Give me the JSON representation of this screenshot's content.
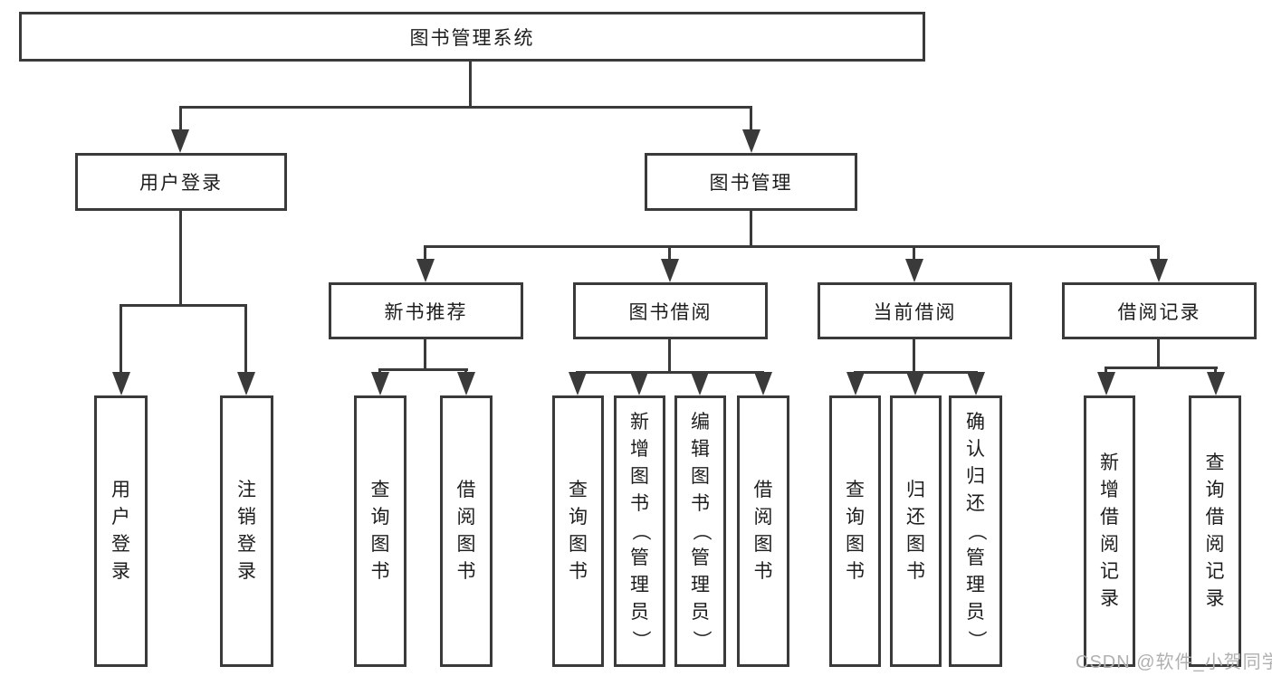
{
  "tree": {
    "label": "图书管理系统",
    "children": [
      {
        "label": "用户登录",
        "children": [
          {
            "label": "用户登录"
          },
          {
            "label": "注销登录"
          }
        ]
      },
      {
        "label": "图书管理",
        "children": [
          {
            "label": "新书推荐",
            "children": [
              {
                "label": "查询图书"
              },
              {
                "label": "借阅图书"
              }
            ]
          },
          {
            "label": "图书借阅",
            "children": [
              {
                "label": "查询图书"
              },
              {
                "label": "新增图书（管理员）"
              },
              {
                "label": "编辑图书（管理员）"
              },
              {
                "label": "借阅图书"
              }
            ]
          },
          {
            "label": "当前借阅",
            "children": [
              {
                "label": "查询图书"
              },
              {
                "label": "归还图书"
              },
              {
                "label": "确认归还（管理员）"
              }
            ]
          },
          {
            "label": "借阅记录",
            "children": [
              {
                "label": "新增借阅记录"
              },
              {
                "label": "查询借阅记录"
              }
            ]
          }
        ]
      }
    ]
  },
  "watermark": {
    "text": "CSDN @软件_小贺同学"
  },
  "colors": {
    "line": "#3a3a3a",
    "text": "#1d1d1d",
    "watermark": "#b0b0b0",
    "background": "#ffffff"
  }
}
